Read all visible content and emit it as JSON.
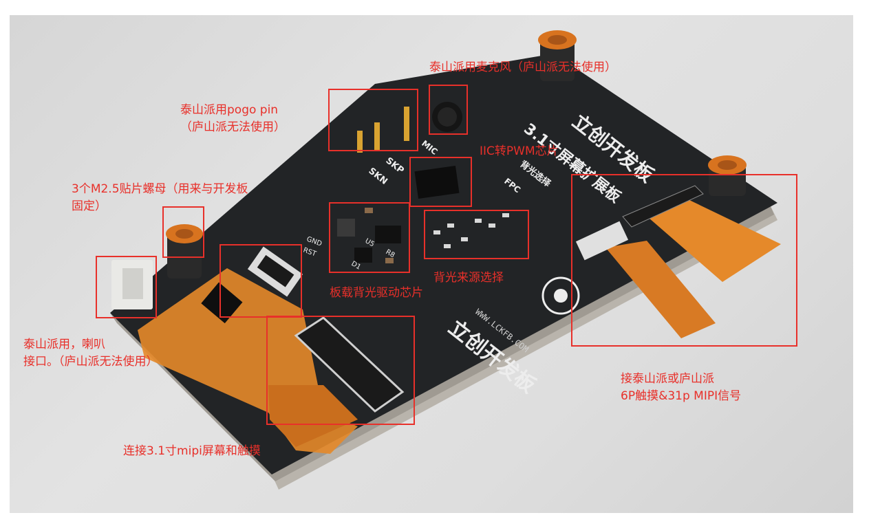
{
  "colors": {
    "annotation": "#e8302a",
    "pcb": "#222426",
    "flex_cable": "#e5892a",
    "silkscreen": "#ededed",
    "standoff": "#d8731f"
  },
  "annotations": {
    "pogo_pin": {
      "line1": "泰山派用pogo pin",
      "line2": "（庐山派无法使用）"
    },
    "microphone": "泰山派用麦克风（庐山派无法使用）",
    "iic_pwm": "IIC转PWM芯片",
    "screw_nut": {
      "line1": "3个M2.5贴片螺母（用来与开发板",
      "line2": "固定）"
    },
    "backlight_driver": "板载背光驱动芯片",
    "backlight_select": "背光来源选择",
    "speaker": {
      "line1": "泰山派用，喇叭",
      "line2": "接口。（庐山派无法使用）"
    },
    "mipi_screen": "连接3.1寸mipi屏幕和触摸",
    "host_connector": {
      "line1": "接泰山派或庐山派",
      "line2": "6P触摸&31p MIPI信号"
    }
  },
  "board_silkscreen": {
    "brand": "立创开发板",
    "title": "3.1寸屏幕扩展板",
    "website": "WWW.LCKFB.COM",
    "skp": "SKP",
    "skn": "SKN",
    "mic": "MIC",
    "select": "背光选择",
    "fpc": "FPC",
    "gnd": "GND",
    "rst": "RST",
    "u5": "U5",
    "r8": "R8",
    "d1": "D1"
  }
}
